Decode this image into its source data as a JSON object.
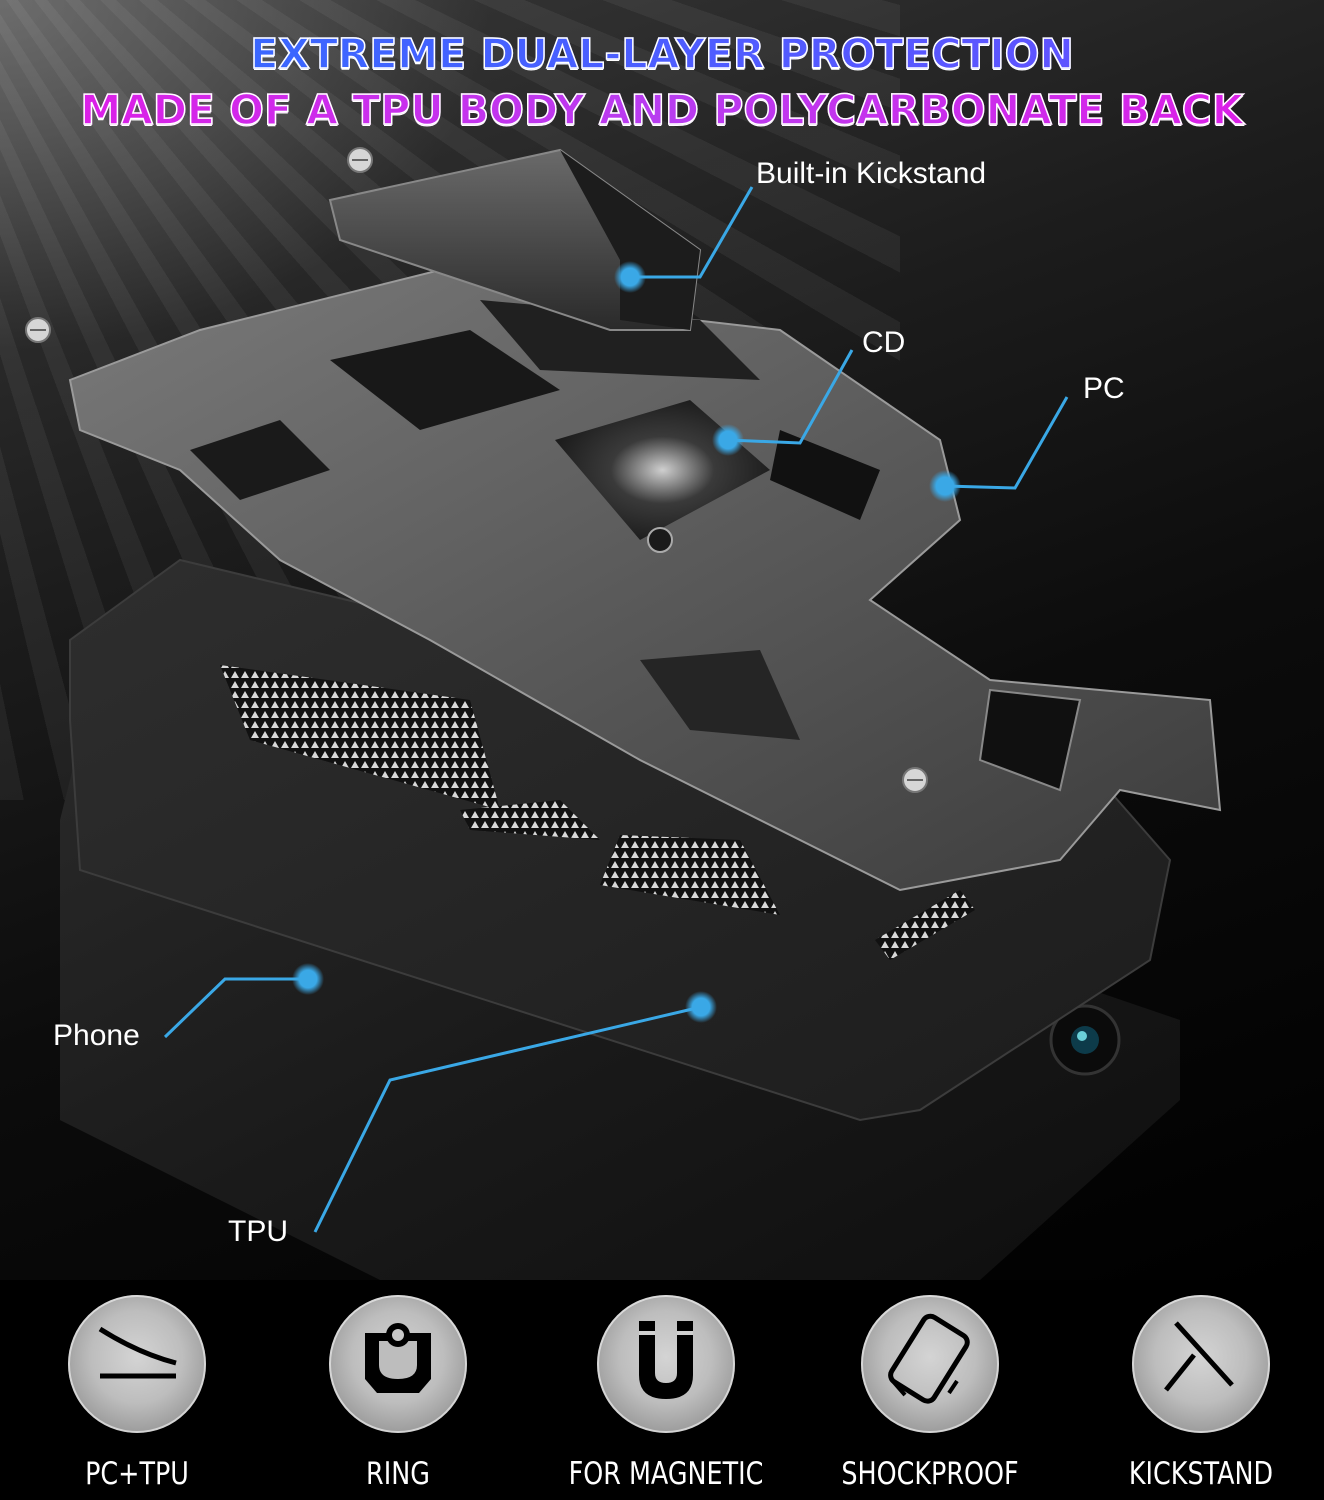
{
  "headline": {
    "line1": "EXTREME DUAL-LAYER PROTECTION",
    "line2": "MADE OF A TPU BODY AND POLYCARBONATE BACK",
    "line1_color": "#3f5df0",
    "line2_color": "#d21fe6"
  },
  "callouts": {
    "kickstand": "Built-in Kickstand",
    "cd": "CD",
    "pc": "PC",
    "phone": "Phone",
    "tpu": "TPU",
    "line_color": "#3aa8e6"
  },
  "features": [
    {
      "label": "PC+TPU",
      "icon": "layers-curve-icon"
    },
    {
      "label": "RING",
      "icon": "ring-holder-icon"
    },
    {
      "label": "FOR MAGNETIC",
      "icon": "magnet-icon"
    },
    {
      "label": "SHOCKPROOF",
      "icon": "shockproof-phone-icon"
    },
    {
      "label": "KICKSTAND",
      "icon": "kickstand-icon"
    }
  ]
}
